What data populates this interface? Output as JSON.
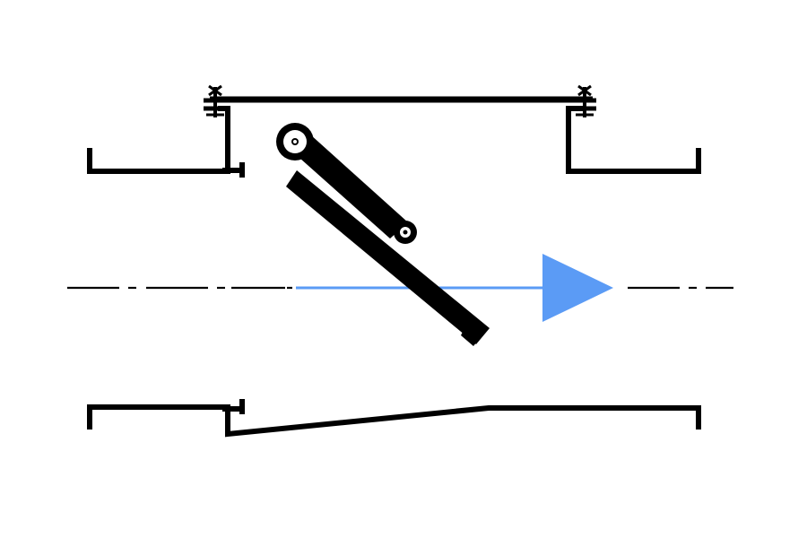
{
  "diagram": {
    "type": "swing check valve schematic",
    "colors": {
      "background": "#ffffff",
      "stroke": "#000000",
      "flow_arrow": "#5b9bf5"
    },
    "components": [
      "valve-body-upper",
      "bonnet-cover",
      "bonnet-bolt",
      "valve-body-lower",
      "hinge-pin",
      "disc-arm",
      "valve-disc",
      "centerline",
      "flow-arrow"
    ]
  }
}
